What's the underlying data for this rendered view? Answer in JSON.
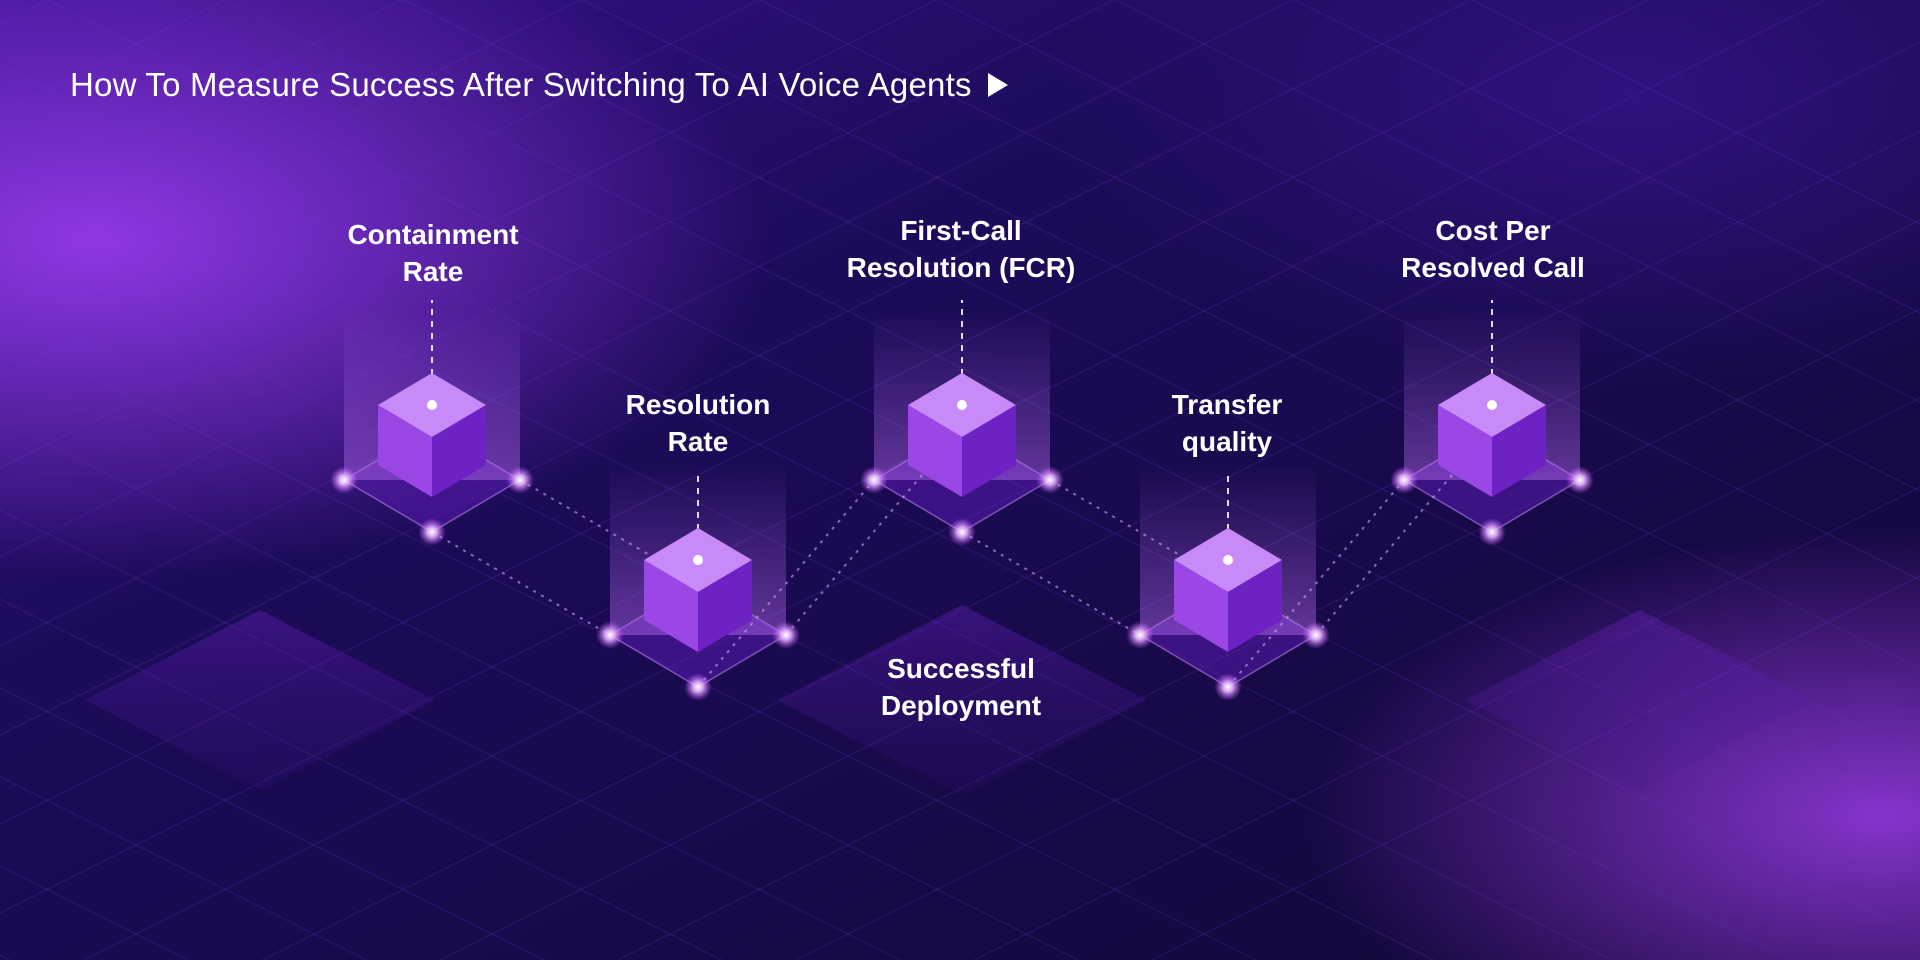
{
  "header": {
    "title": "How To Measure Success After Switching To AI Voice Agents",
    "arrow_icon": "play-triangle-icon"
  },
  "colors": {
    "background_dark": "#14083f",
    "background_mid": "#2a0f7a",
    "accent_purple": "#a44cf0",
    "cube_top": "#c78af7",
    "cube_left": "#9a47e6",
    "cube_right": "#6e22c4",
    "glow_dot": "#f3d9ff"
  },
  "center": {
    "line1": "Successful",
    "line2": "Deployment"
  },
  "metrics": [
    {
      "line1": "Containment",
      "line2": "Rate"
    },
    {
      "line1": "Resolution",
      "line2": "Rate"
    },
    {
      "line1": "First-Call",
      "line2": "Resolution (FCR)"
    },
    {
      "line1": "Transfer",
      "line2": "quality"
    },
    {
      "line1": "Cost Per",
      "line2": "Resolved Call"
    }
  ]
}
